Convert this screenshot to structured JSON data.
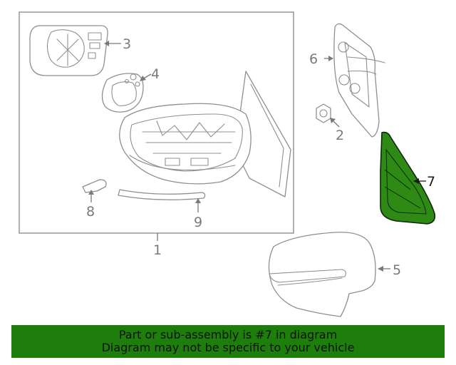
{
  "callouts": {
    "c1": "1",
    "c2": "2",
    "c3": "3",
    "c4": "4",
    "c5": "5",
    "c6": "6",
    "c7": "7",
    "c8": "8",
    "c9": "9"
  },
  "highlight": {
    "part_number": "7",
    "color": "#2e8a14"
  },
  "banner": {
    "line1": "Part or sub-assembly is #7 in diagram",
    "line2": "Diagram may not be specific to your vehicle",
    "background": "#1e7e0c"
  }
}
